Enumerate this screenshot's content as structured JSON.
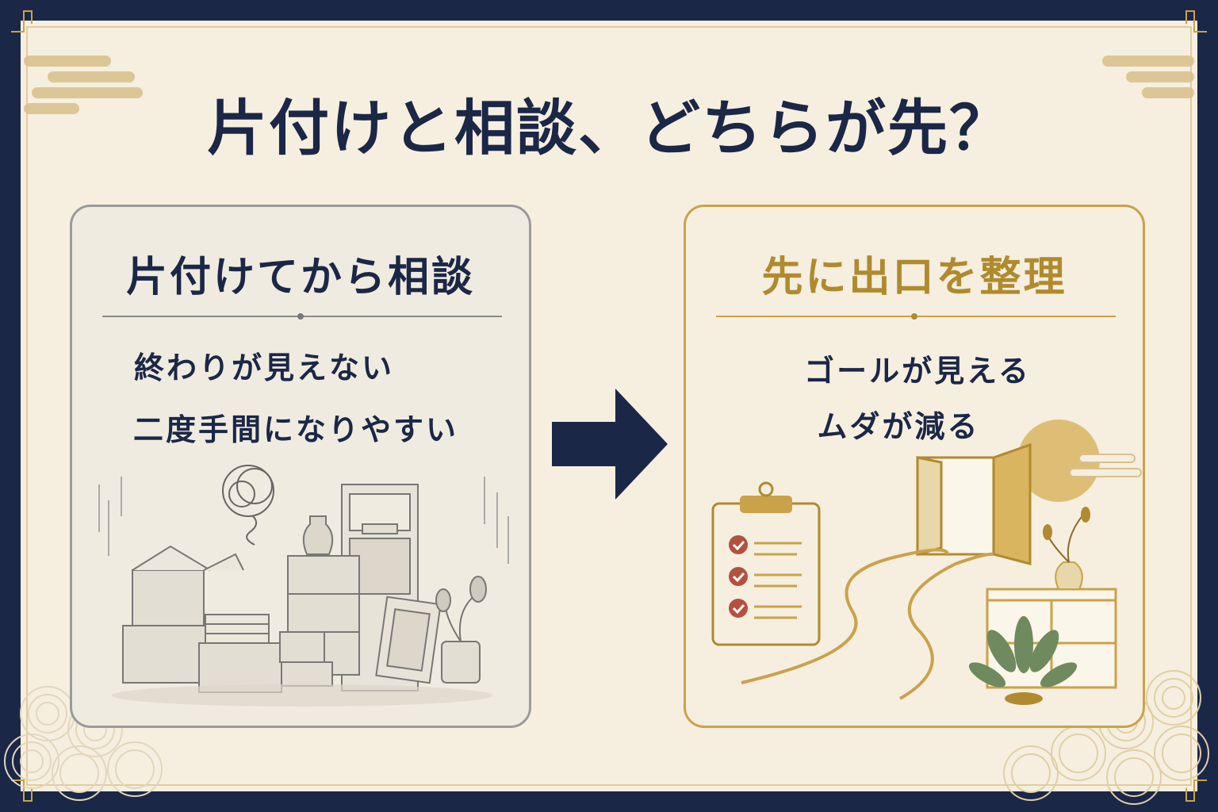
{
  "title": "片付けと相談、どちらが先？",
  "left_panel": {
    "heading": "片付けてから相談",
    "lines": [
      "終わりが見えない",
      "二度手間になりやすい"
    ]
  },
  "right_panel": {
    "heading": "先に出口を整理",
    "lines": [
      "ゴールが見える",
      "ムダが減る"
    ]
  },
  "colors": {
    "navy": "#1b2747",
    "gold": "#c9a24a",
    "paper": "#f6efe0",
    "gray": "#9a9a9a",
    "check_red": "#b5503f"
  },
  "icons": [
    "arrow-right-icon",
    "clipboard-checklist-icon",
    "open-door-icon",
    "tangled-scribble-icon"
  ]
}
